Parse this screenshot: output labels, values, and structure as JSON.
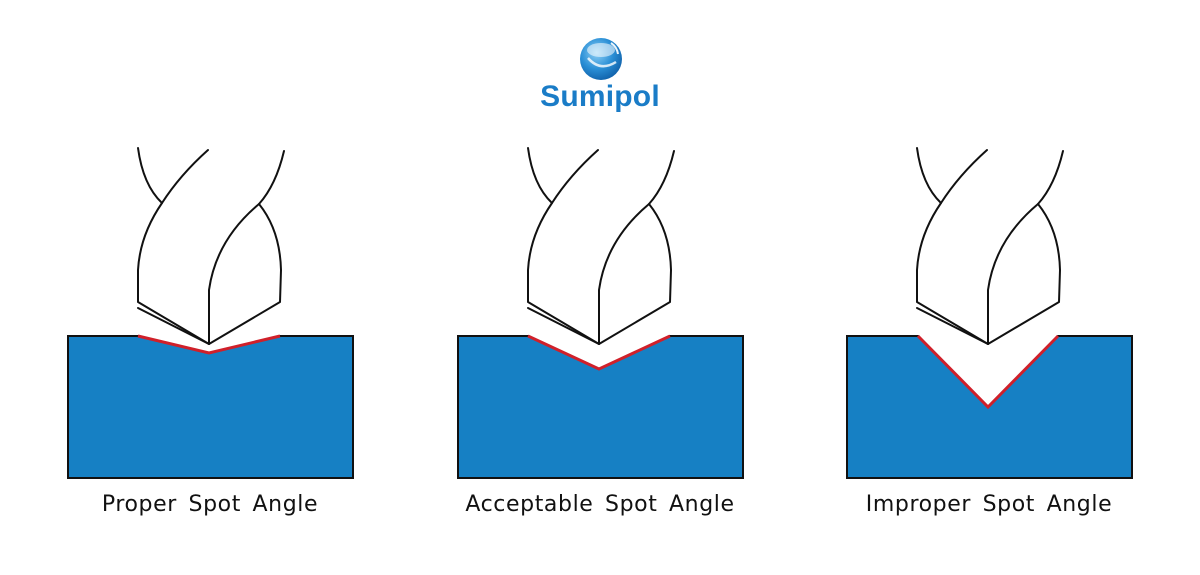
{
  "brand": {
    "name": "Sumipol",
    "color": "#1a7cc7"
  },
  "colors": {
    "workpiece": "#1680c4",
    "spot_outline": "#d0202a",
    "drill_stroke": "#111111"
  },
  "panels": [
    {
      "caption": "Proper Spot Angle"
    },
    {
      "caption": "Acceptable Spot Angle"
    },
    {
      "caption": "Improper Spot Angle"
    }
  ]
}
